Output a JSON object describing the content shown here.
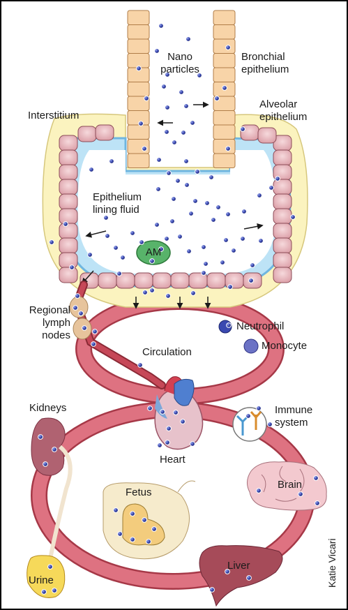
{
  "labels": {
    "nano_particles": [
      "Nano",
      "particles"
    ],
    "bronchial_epithelium": [
      "Bronchial",
      "epithelium"
    ],
    "alveolar_epithelium": [
      "Alveolar",
      "epithelium"
    ],
    "interstitium": "Interstitium",
    "epithelium_lining_fluid": [
      "Epithelium",
      "lining fluid"
    ],
    "am": "AM",
    "regional_lymph_nodes": [
      "Regional",
      "lymph",
      "nodes"
    ],
    "neutrophil": "Neutrophil",
    "monocyte": "Monocyte",
    "circulation": "Circulation",
    "kidneys": "Kidneys",
    "immune_system": [
      "Immune",
      "system"
    ],
    "heart": "Heart",
    "fetus": "Fetus",
    "brain": "Brain",
    "liver": "Liver",
    "urine": "Urine",
    "credit": "Katie Vicari"
  },
  "colors": {
    "nanoparticle": "#2f3d9e",
    "interstitium": "#fbf3bf",
    "lining_fluid": "#a9d8f2",
    "alveolar_cell": "#ecc1c6",
    "bronchial_cell": "#f8d4a8",
    "vessel": "#d95f72",
    "organ": "#c88c99",
    "brain": "#f3c9cf",
    "urine": "#f6d95a",
    "fetus_sac": "#f6ebcc",
    "am_cell": "#58b36a"
  }
}
